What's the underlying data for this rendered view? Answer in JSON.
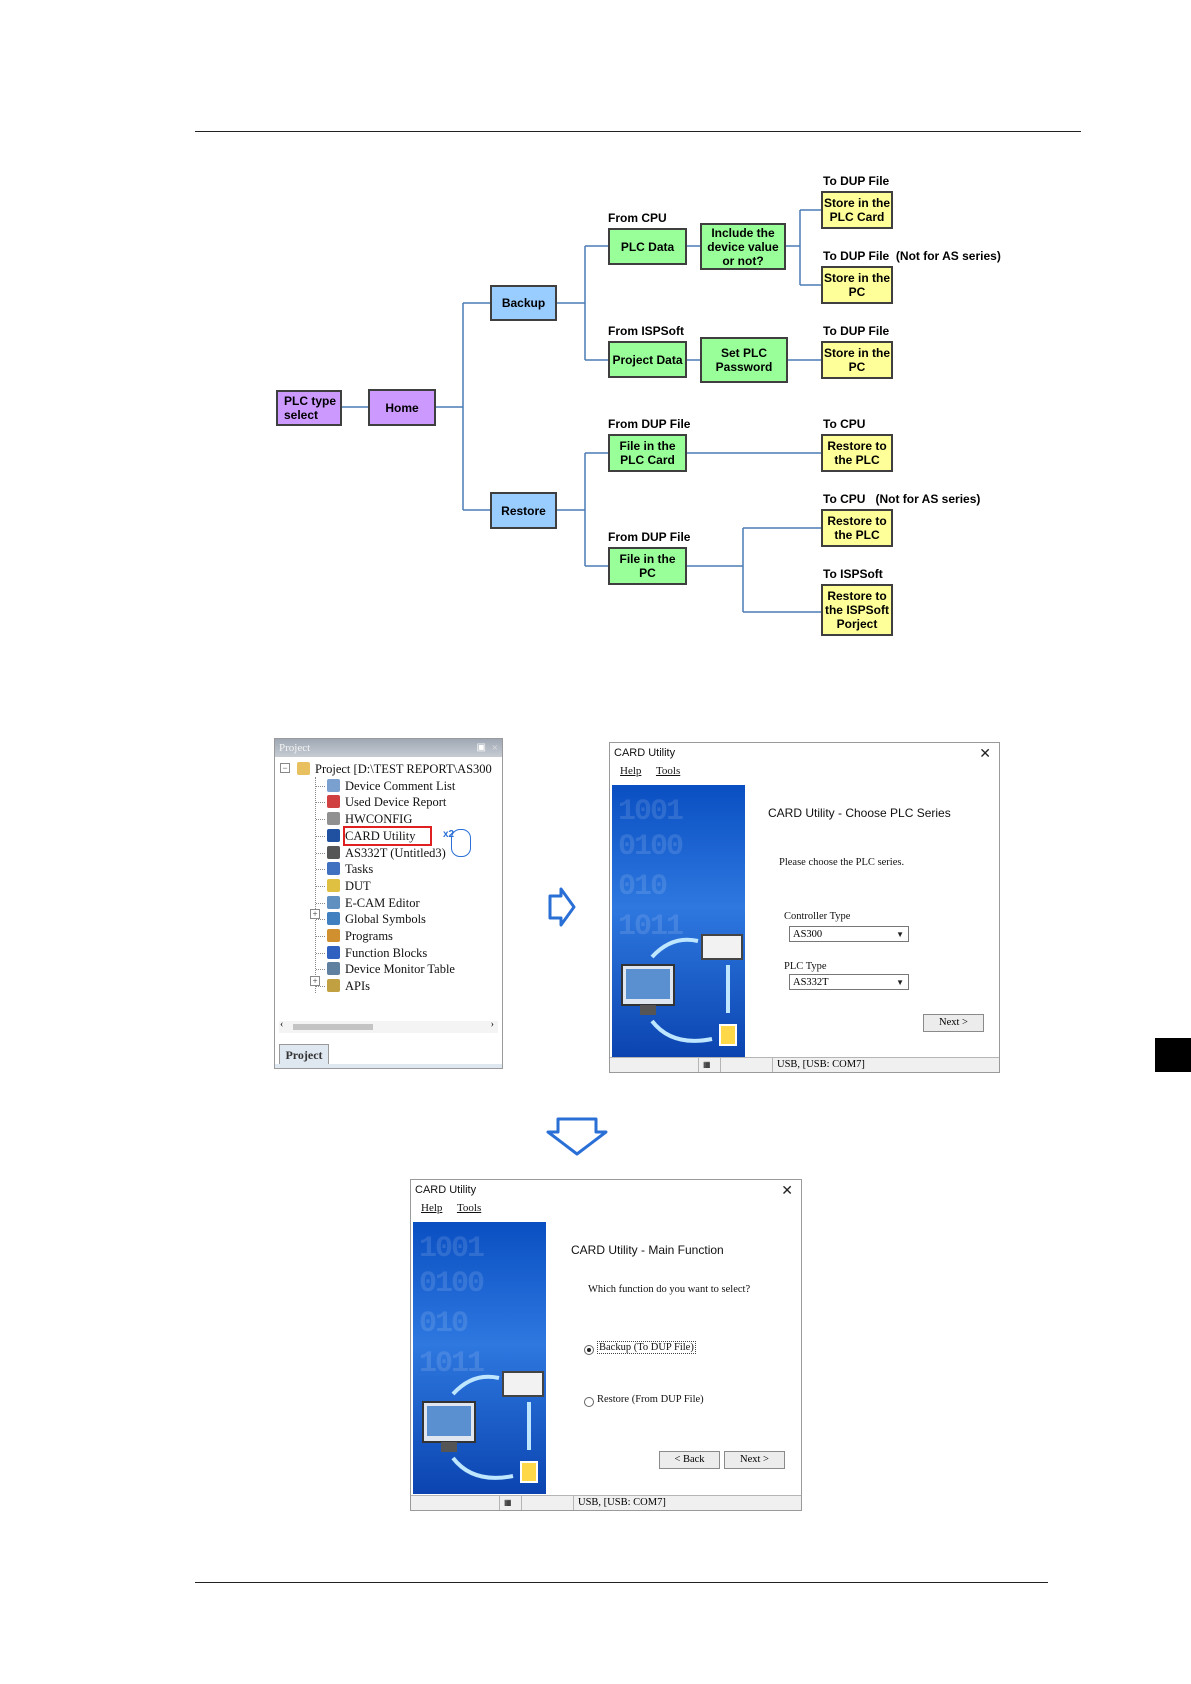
{
  "diagram": {
    "nodes": {
      "plc_type_select": "PLC type\nselect",
      "home": "Home",
      "backup": "Backup",
      "restore": "Restore",
      "plc_data": "PLC Data",
      "include_device_value": "Include the\ndevice value\nor not?",
      "project_data": "Project Data",
      "set_plc_password": "Set PLC\nPassword",
      "store_plc_card": "Store in the\nPLC Card",
      "store_pc_1": "Store in the\nPC",
      "store_pc_2": "Store in the\nPC",
      "file_plc_card": "File in the\nPLC Card",
      "file_pc": "File in the\nPC",
      "restore_plc_1": "Restore to\nthe PLC",
      "restore_plc_2": "Restore to\nthe PLC",
      "restore_ispsoft": "Restore to\nthe ISPSoft\nPorject"
    },
    "labels": {
      "from_cpu": "From CPU",
      "from_ispsoft": "From ISPSoft",
      "from_dup_file_1": "From DUP File",
      "from_dup_file_2": "From DUP File",
      "to_dup_file_1": "To DUP File",
      "to_dup_file_2": "To DUP File",
      "to_dup_file_2_note": "(Not for AS series)",
      "to_dup_file_3": "To DUP File",
      "to_cpu_1": "To CPU",
      "to_cpu_2": "To CPU",
      "to_cpu_2_note": "(Not for AS series)",
      "to_ispsoft": "To ISPSoft"
    },
    "colors": {
      "purple": "#cc99ff",
      "blue": "#99ccff",
      "green": "#99ff99",
      "yellow": "#ffff99",
      "connector": "#4a7bb5"
    }
  },
  "project_panel": {
    "title": "Project",
    "tab": "Project",
    "items": [
      {
        "label": "Project [D:\\TEST REPORT\\AS300",
        "icon": "project-icon"
      },
      {
        "label": "Device Comment List",
        "icon": "comment-list-icon"
      },
      {
        "label": "Used Device Report",
        "icon": "report-icon"
      },
      {
        "label": "HWCONFIG",
        "icon": "hwconfig-icon"
      },
      {
        "label": "CARD Utility",
        "icon": "card-utility-icon"
      },
      {
        "label": "AS332T  (Untitled3)",
        "icon": "plc-icon"
      },
      {
        "label": "Tasks",
        "icon": "tasks-icon"
      },
      {
        "label": "DUT",
        "icon": "dut-icon"
      },
      {
        "label": "E-CAM Editor",
        "icon": "ecam-icon"
      },
      {
        "label": "Global Symbols",
        "icon": "symbols-icon"
      },
      {
        "label": "Programs",
        "icon": "programs-icon"
      },
      {
        "label": "Function Blocks",
        "icon": "function-blocks-icon"
      },
      {
        "label": "Device Monitor Table",
        "icon": "monitor-table-icon"
      },
      {
        "label": "APIs",
        "icon": "apis-icon"
      }
    ],
    "double_click_badge": "x2"
  },
  "window1": {
    "title": "CARD Utility",
    "menu": [
      "Help",
      "Tools"
    ],
    "heading": "CARD Utility - Choose PLC Series",
    "instruction": "Please choose the PLC series.",
    "controller_type_label": "Controller Type",
    "controller_type_value": "AS300",
    "plc_type_label": "PLC Type",
    "plc_type_value": "AS332T",
    "next_button": "Next >",
    "status_connection": "USB, [USB: COM7]"
  },
  "window2": {
    "title": "CARD Utility",
    "menu": [
      "Help",
      "Tools"
    ],
    "heading": "CARD Utility - Main Function",
    "question": "Which function do you want to select?",
    "option_backup": "Backup (To DUP File)",
    "option_restore": "Restore (From DUP File)",
    "back_button": "< Back",
    "next_button": "Next >",
    "status_connection": "USB, [USB: COM7]"
  }
}
